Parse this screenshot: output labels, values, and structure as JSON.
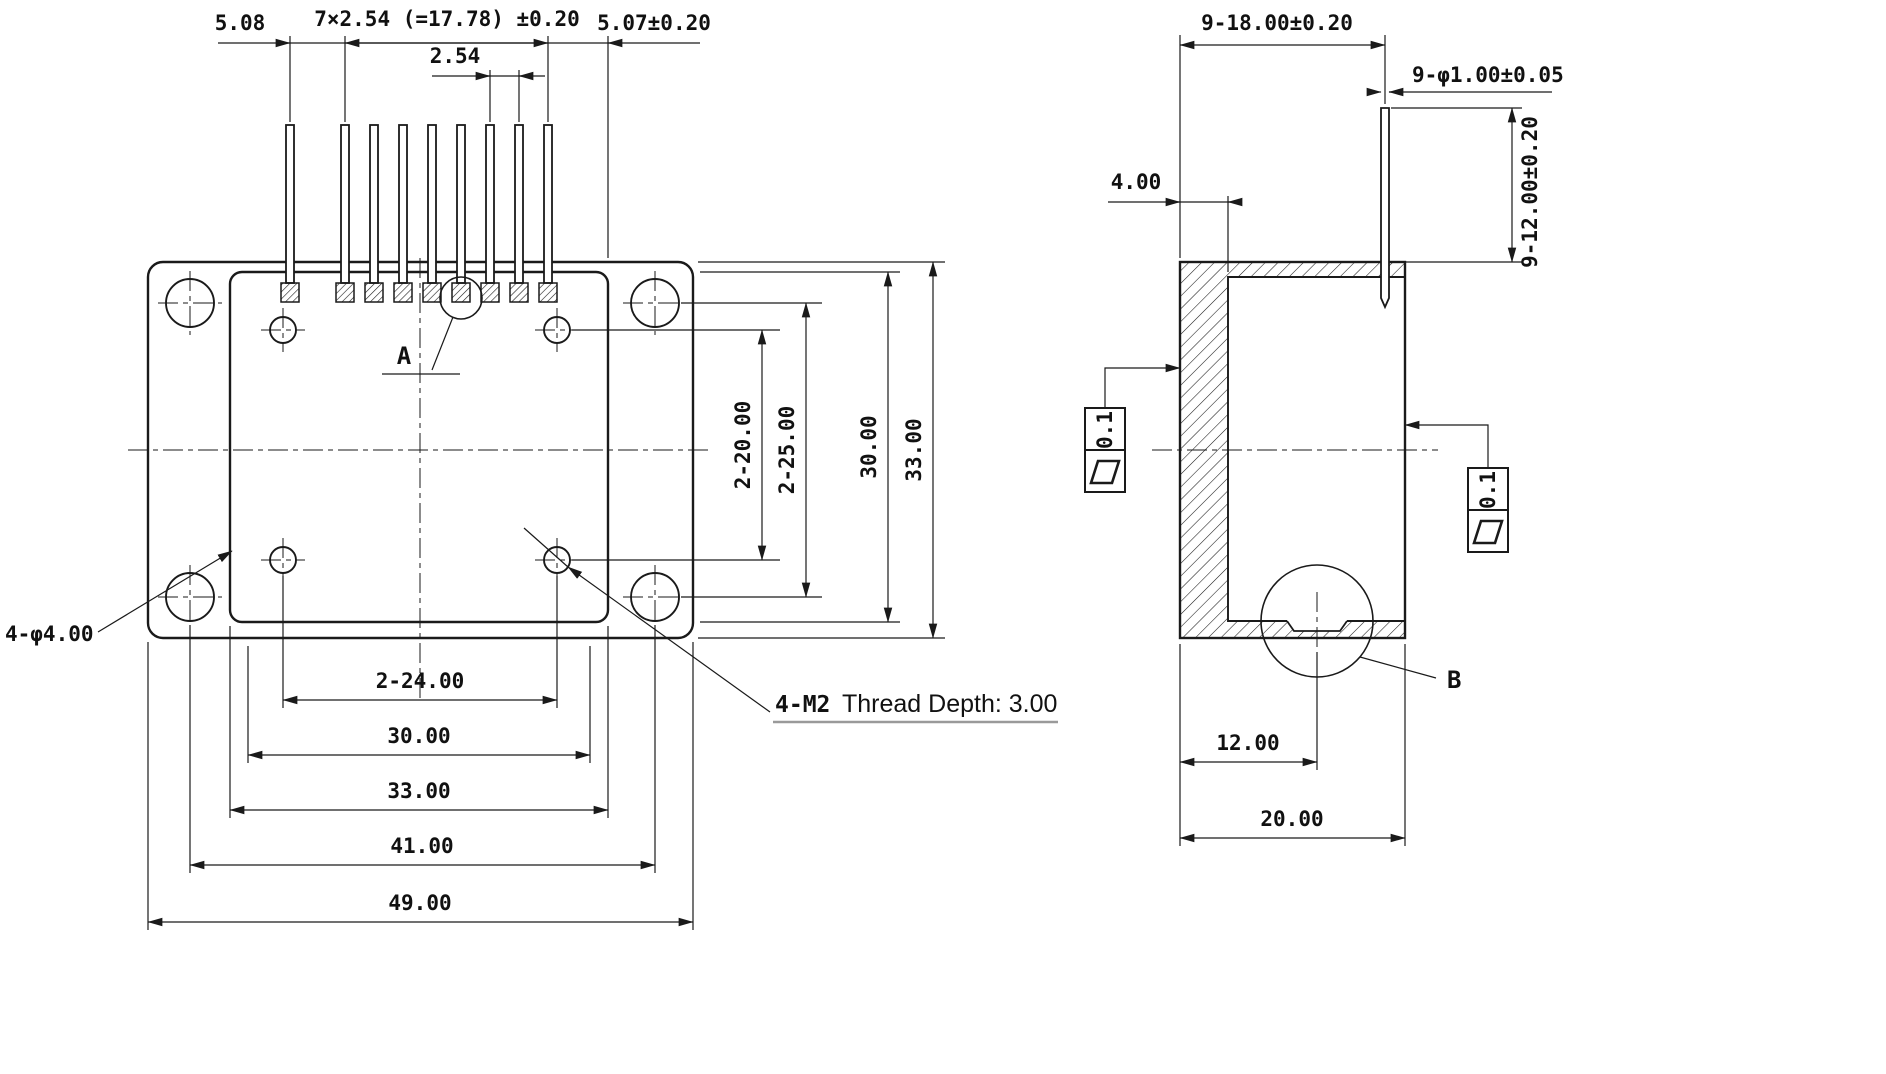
{
  "front_view": {
    "top_dims": {
      "first_gap": "5.08",
      "pitch_group": "7×2.54 (=17.78) ±0.20",
      "last_gap": "5.07±0.20",
      "pitch": "2.54"
    },
    "side_dims": {
      "thread_holes_vertical": "2-20.00",
      "corner_holes_vertical": "2-25.00",
      "body_height": "30.00",
      "flange_height": "33.00"
    },
    "bottom_dims": {
      "thread_holes_horizontal": "2-24.00",
      "dim_30": "30.00",
      "body_width": "33.00",
      "corner_holes_horizontal": "41.00",
      "flange_width": "49.00"
    },
    "labels": {
      "corner_holes": "4-φ4.00",
      "detail_a": "A",
      "thread_callout": "4-M2",
      "thread_note": "Thread Depth: 3.00"
    }
  },
  "side_view": {
    "top_dims": {
      "pin_offset": "9-18.00±0.20",
      "pin_diameter": "9-φ1.00±0.05",
      "wall_thickness": "4.00",
      "pin_length": "9-12.00±0.20"
    },
    "tolerance_frames": {
      "left_value": "0.1",
      "right_value": "0.1"
    },
    "bottom_dims": {
      "groove_position": "12.00",
      "overall_depth": "20.00"
    },
    "labels": {
      "detail_b": "B"
    }
  }
}
